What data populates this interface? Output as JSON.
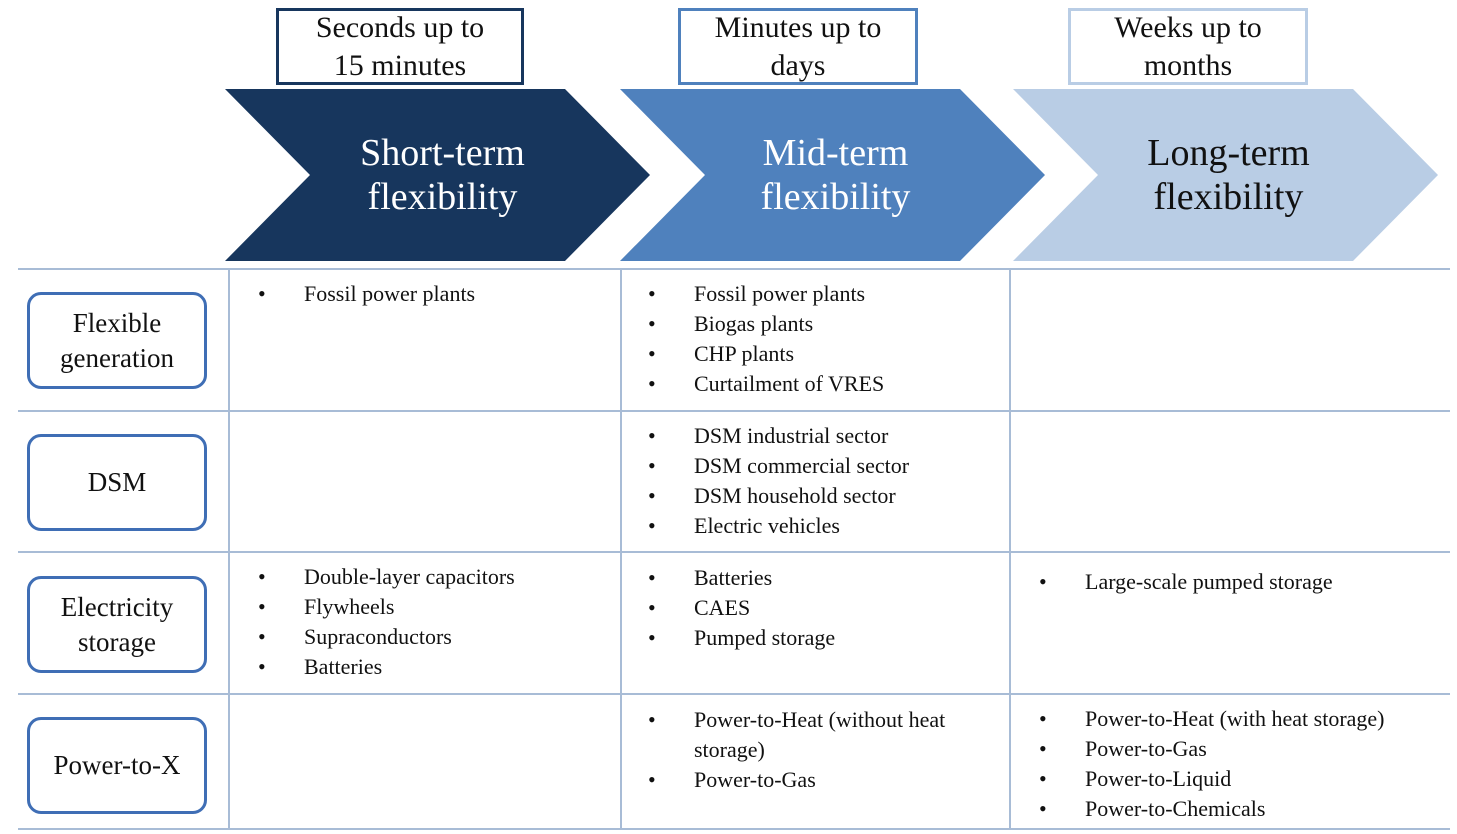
{
  "columns": [
    {
      "timescale": "Seconds up to\n15 minutes",
      "title": "Short-term\nflexibility",
      "fill": "#17365d",
      "text_color": "#ffffff",
      "box_border": "#17365d"
    },
    {
      "timescale": "Minutes up to\ndays",
      "title": "Mid-term\nflexibility",
      "fill": "#4f81bd",
      "text_color": "#ffffff",
      "box_border": "#4f81bd"
    },
    {
      "timescale": "Weeks up to\nmonths",
      "title": "Long-term\nflexibility",
      "fill": "#b9cde5",
      "text_color": "#111111",
      "box_border": "#b9cde5"
    }
  ],
  "rows": [
    {
      "label": "Flexible\ngeneration",
      "cells": [
        [
          "Fossil power plants"
        ],
        [
          "Fossil power plants",
          "Biogas plants",
          "CHP plants",
          "Curtailment of VRES"
        ],
        []
      ]
    },
    {
      "label": "DSM",
      "cells": [
        [],
        [
          "DSM industrial sector",
          "DSM commercial sector",
          "DSM household sector",
          "Electric vehicles"
        ],
        []
      ]
    },
    {
      "label": "Electricity\nstorage",
      "cells": [
        [
          "Double-layer capacitors",
          "Flywheels",
          "Supraconductors",
          "Batteries"
        ],
        [
          "Batteries",
          "CAES",
          "Pumped storage"
        ],
        [
          "Large-scale pumped storage"
        ]
      ]
    },
    {
      "label": "Power-to-X",
      "cells": [
        [],
        [
          "Power-to-Heat (without heat storage)",
          "Power-to-Gas"
        ],
        [
          "Power-to-Heat (with heat storage)",
          "Power-to-Gas",
          "Power-to-Liquid",
          "Power-to-Chemicals"
        ]
      ]
    }
  ],
  "colors": {
    "grid_line": "#a8bcd6",
    "row_label_border": "#3f6eb5"
  }
}
